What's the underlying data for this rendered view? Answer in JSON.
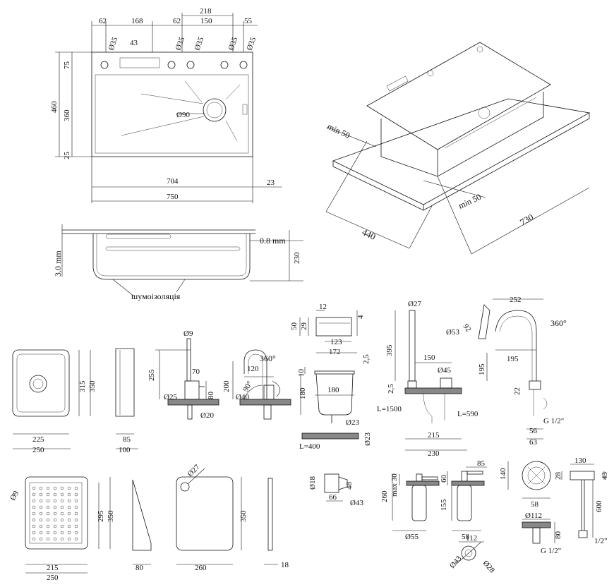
{
  "sink_top": {
    "w62a": "62",
    "w168": "168",
    "w218": "218",
    "w62b": "62",
    "w150": "150",
    "w55": "55",
    "d35a": "Ø35",
    "d43": "43",
    "d35b": "Ø35",
    "d35c": "Ø35",
    "d35d": "Ø35",
    "d35e": "Ø35",
    "h460": "460",
    "h75": "75",
    "h360": "360",
    "h25": "25",
    "drain": "Ø90",
    "w704": "704",
    "w23": "23",
    "w750": "750"
  },
  "sink_iso": {
    "min50a": "min 50",
    "min50b": "min 50",
    "w440": "440",
    "w730": "730"
  },
  "sink_side": {
    "h30": "3.0 mm",
    "t08": "0.8 mm",
    "h230": "230",
    "insulation": "шумоізоляція"
  },
  "bowl": {
    "w225": "225",
    "w250": "250",
    "h315": "315",
    "h350": "350"
  },
  "bowl_side": {
    "w85": "85",
    "w100": "100"
  },
  "dispenser_tap": {
    "d9": "Ø9",
    "h255": "255",
    "w70": "70",
    "h80": "80",
    "d25": "Ø25",
    "d20": "Ø20"
  },
  "filter_tap": {
    "rot": "360°",
    "w120": "120",
    "a90": "90°",
    "h200": "200",
    "d40": "Ø40"
  },
  "holder": {
    "w12": "12",
    "h4": "4",
    "h50": "50",
    "h29": "29",
    "w123": "123",
    "w172": "172",
    "h25": "2,5"
  },
  "colander": {
    "h10": "10",
    "w180": "180",
    "h180": "180",
    "d23": "Ø23",
    "l400": "L=400",
    "d23b": "Ø23"
  },
  "mixer": {
    "d27": "Ø27",
    "h395": "395",
    "w150": "150",
    "d45": "Ø45",
    "h25": "2,5",
    "l1500": "L=1500",
    "l590": "L=590",
    "w215": "215",
    "w230": "230"
  },
  "mixer_right": {
    "w252": "252",
    "rot": "360°",
    "d92": "92",
    "d53": "Ø53",
    "w195": "195",
    "h195": "195",
    "h22": "22",
    "g12": "G 1/2\"",
    "w56": "56",
    "w63": "63"
  },
  "tray": {
    "d9": "Ø9",
    "w295": "295",
    "h350": "350",
    "w215": "215",
    "w250": "250"
  },
  "tray_side": {
    "w80": "80"
  },
  "board": {
    "d27": "Ø27",
    "h350": "350",
    "w260": "260"
  },
  "board_side": {
    "w18": "18"
  },
  "clip": {
    "d18": "Ø18",
    "w66": "66",
    "w48": "48",
    "d43": "Ø43"
  },
  "soap1": {
    "h260": "260",
    "max30": "max 30",
    "d55": "Ø55"
  },
  "soap2": {
    "w85": "85",
    "h60": "60",
    "h155": "155",
    "d58": "58"
  },
  "valve": {
    "w112": "112",
    "d43": "Ø43",
    "d28": "Ø28"
  },
  "disposer": {
    "h140": "140",
    "w58": "58",
    "d112": "Ø112",
    "h80": "80",
    "g12": "G 1/2\""
  },
  "hose": {
    "w130": "130",
    "h28": "28",
    "w43": "43",
    "h600": "600",
    "g12": "1/2\""
  }
}
